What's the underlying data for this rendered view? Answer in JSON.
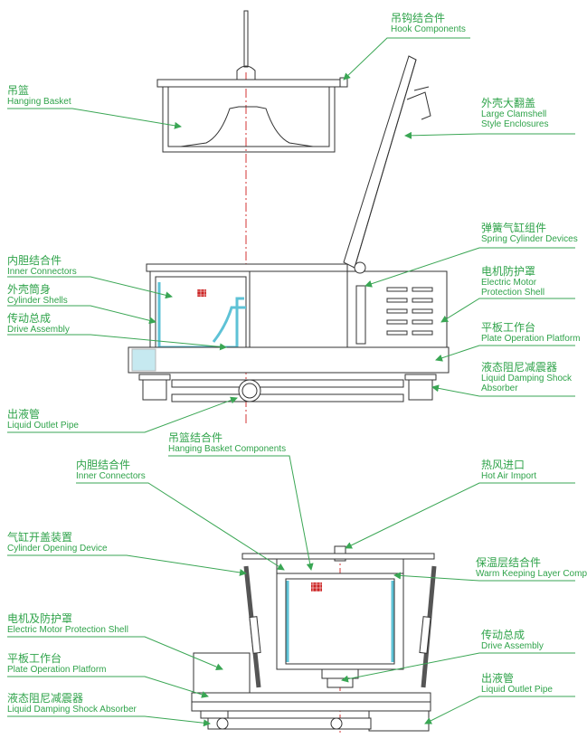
{
  "labels": {
    "hook_components": {
      "cn": "吊钩结合件",
      "en": "Hook Components"
    },
    "hanging_basket": {
      "cn": "吊篮",
      "en": "Hanging Basket"
    },
    "clamshell": {
      "cn": "外壳大翻盖",
      "en1": "Large Clamshell",
      "en2": "Style Enclosures"
    },
    "spring_cylinder": {
      "cn": "弹簧气缸组件",
      "en": "Spring Cylinder Devices"
    },
    "inner_connectors_1": {
      "cn": "内胆结合件",
      "en": "Inner Connectors"
    },
    "motor_protection_1": {
      "cn": "电机防护罩",
      "en1": "Electric Motor",
      "en2": "Protection Shell"
    },
    "cylinder_shells": {
      "cn": "外壳筒身",
      "en": "Cylinder Shells"
    },
    "drive_assembly_1": {
      "cn": "传动总成",
      "en": "Drive Assembly"
    },
    "plate_platform_1": {
      "cn": "平板工作台",
      "en": "Plate Operation Platform"
    },
    "liquid_damping_1": {
      "cn": "液态阻尼减震器",
      "en1": "Liquid Damping Shock",
      "en2": "Absorber"
    },
    "liquid_outlet_1": {
      "cn": "出液管",
      "en": "Liquid Outlet Pipe"
    },
    "hanging_basket_components": {
      "cn": "吊篮结合件",
      "en": "Hanging Basket Components"
    },
    "inner_connectors_2": {
      "cn": "内胆结合件",
      "en": "Inner Connectors"
    },
    "hot_air": {
      "cn": "热风进口",
      "en": "Hot Air Import"
    },
    "cylinder_opening": {
      "cn": "气缸开盖装置",
      "en": "Cylinder Opening Device"
    },
    "warm_keeping": {
      "cn": "保温层结合件",
      "en": "Warm Keeping Layer Comp"
    },
    "motor_protection_2": {
      "cn": "电机及防护罩",
      "en": "Electric Motor Protection Shell"
    },
    "drive_assembly_2": {
      "cn": "传动总成",
      "en": "Drive Assembly"
    },
    "plate_platform_2": {
      "cn": "平板工作台",
      "en": "Plate Operation Platform"
    },
    "liquid_outlet_2": {
      "cn": "出液管",
      "en": "Liquid Outlet Pipe"
    },
    "liquid_damping_2": {
      "cn": "液态阻尼减震器",
      "en": "Liquid Damping Shock Absorber"
    }
  },
  "colors": {
    "label_text": "#2fa34a",
    "leader_line": "#3aa654",
    "outline": "#333333",
    "centerline": "#d33333",
    "accent_fill": "#5ec2d6",
    "marker": "#cc2222"
  }
}
